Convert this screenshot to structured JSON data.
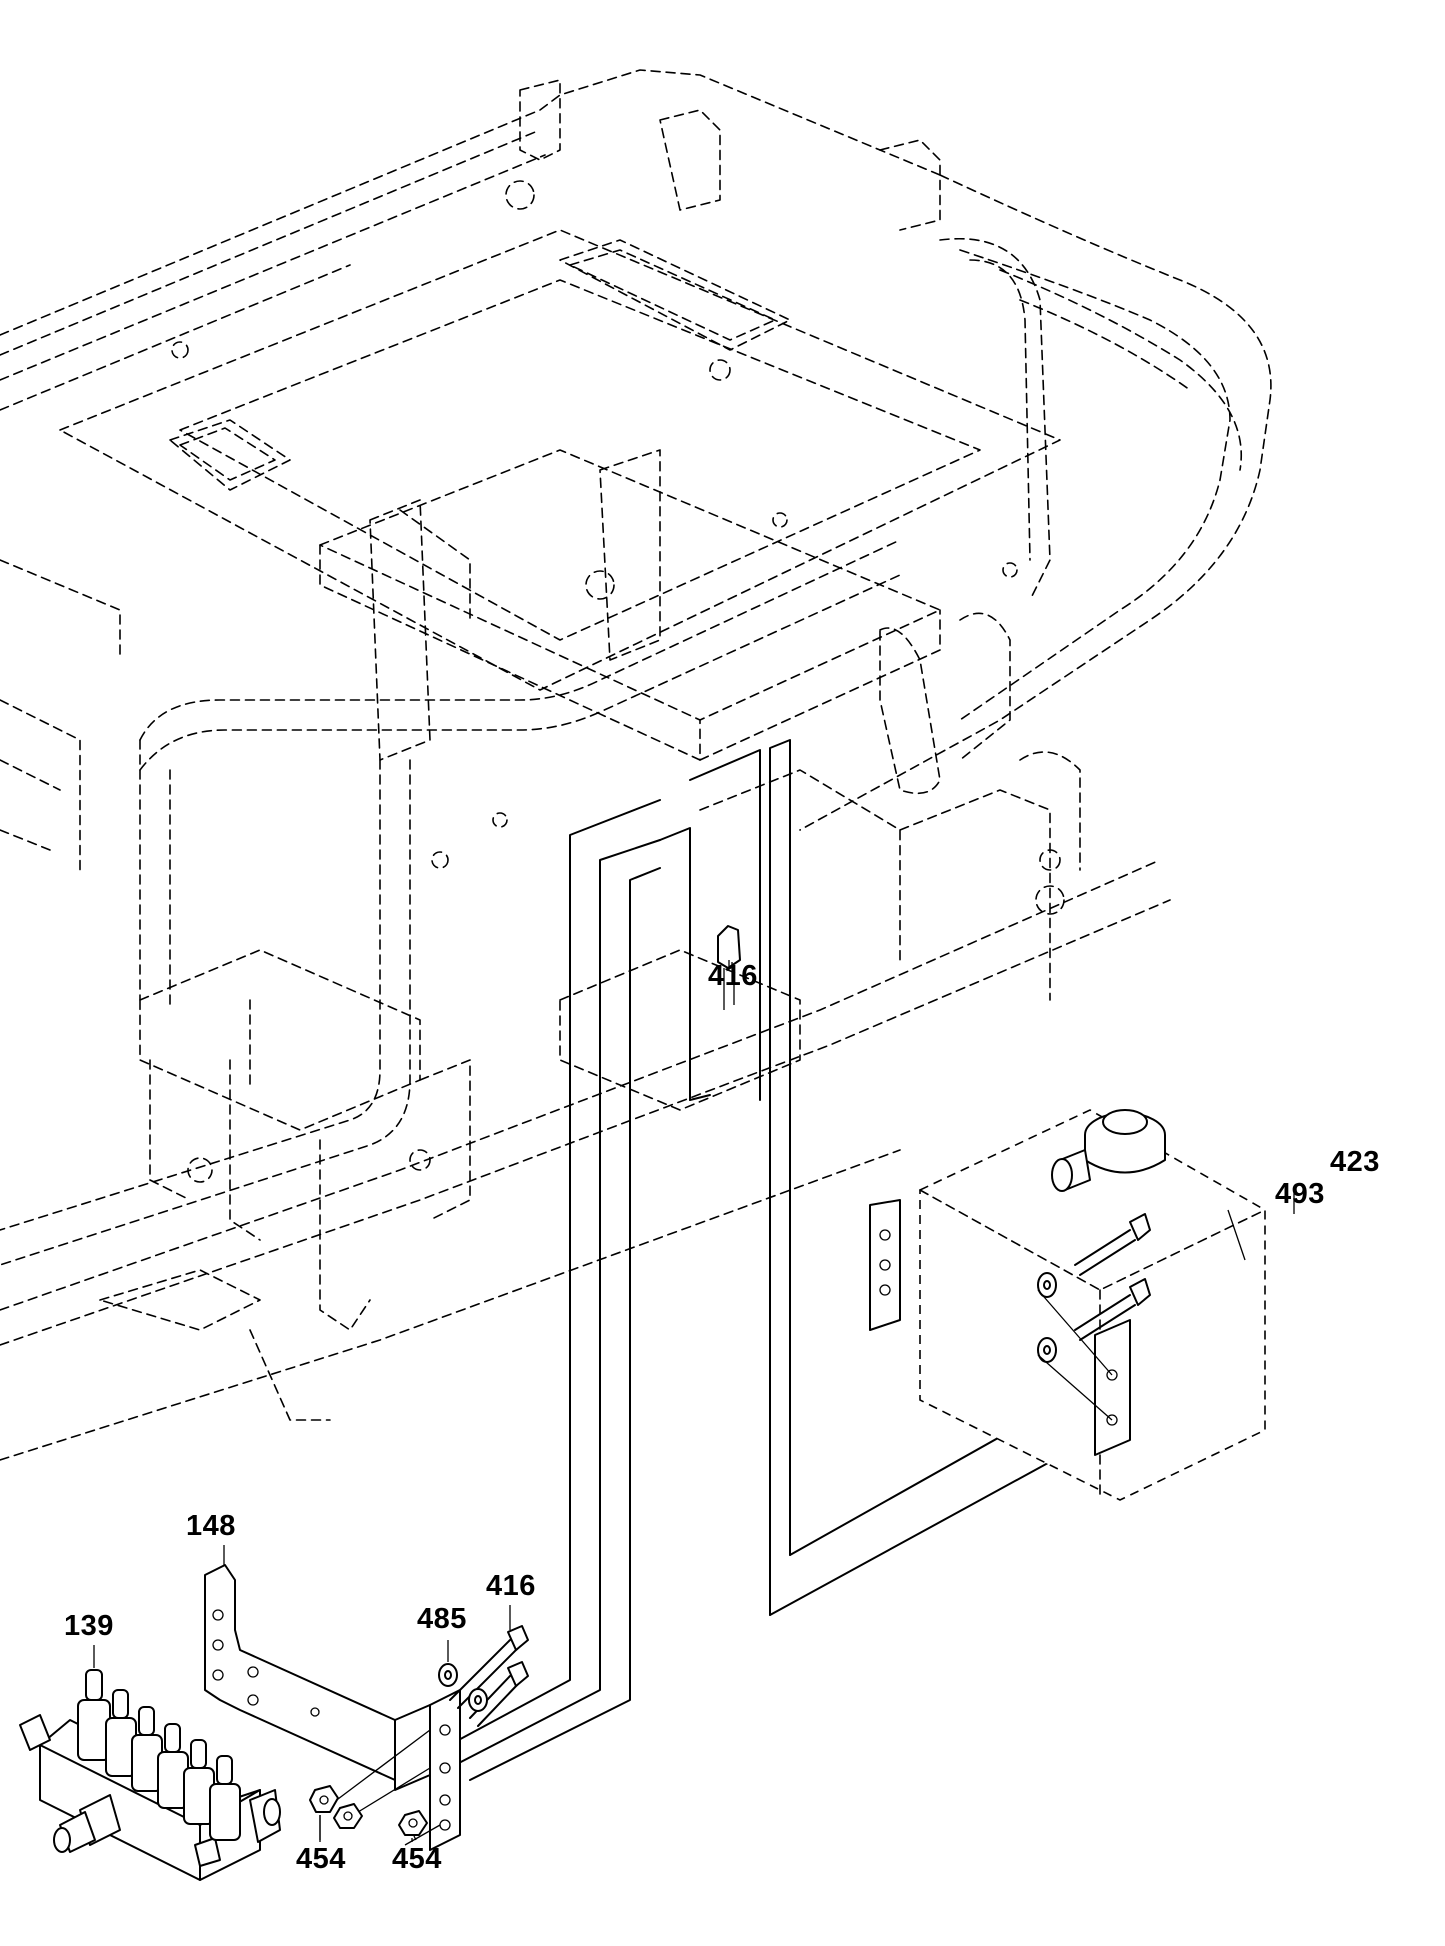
{
  "callouts": {
    "c416_upper": "416",
    "c423": "423",
    "c493": "493",
    "c148": "148",
    "c416_lower": "416",
    "c485": "485",
    "c139": "139",
    "c454_left": "454",
    "c454_right": "454"
  },
  "colors": {
    "line": "#000000",
    "background": "#ffffff"
  }
}
